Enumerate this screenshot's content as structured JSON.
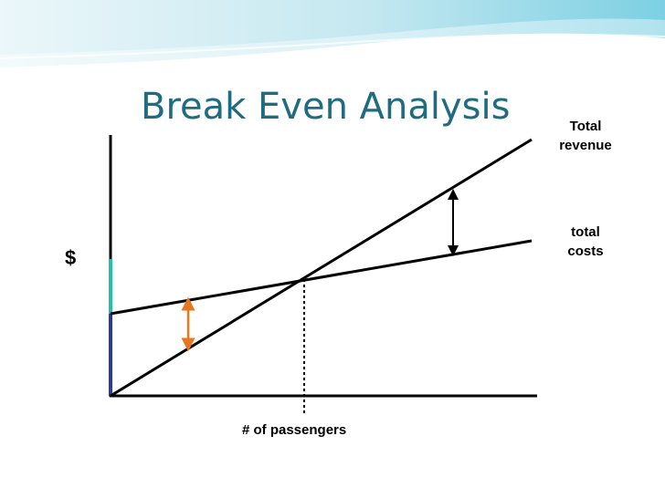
{
  "slide": {
    "title": "Break Even Analysis"
  },
  "labels": {
    "total_revenue": [
      "Total",
      "revenue"
    ],
    "total_costs": [
      "total",
      "costs"
    ],
    "y_axis": "$",
    "x_axis": "# of passengers"
  },
  "colors": {
    "title": "#1f6b80",
    "banner_light": "#bfe6ef",
    "banner_mid": "#7fd0e2",
    "fixed_cost_segment": "#2b3a9e",
    "upper_segment": "#22c1a8",
    "loss_arrow": "#e8761e",
    "profit_arrow": "#000000",
    "lines": "#000000"
  },
  "icons": {
    "loss_gap": "double-headed-arrow-icon",
    "profit_gap": "double-headed-arrow-icon"
  }
}
